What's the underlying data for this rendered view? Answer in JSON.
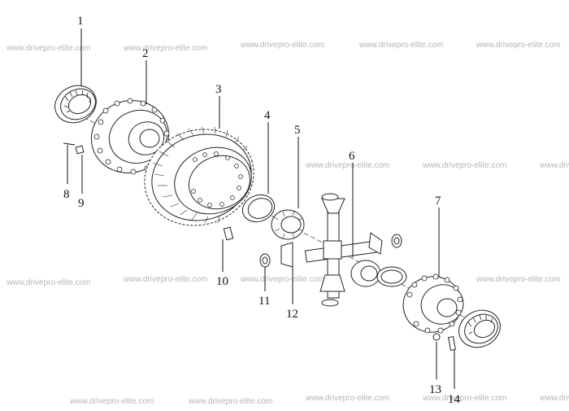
{
  "watermark": "www.drivepro-elite.com",
  "callouts": [
    "1",
    "2",
    "3",
    "4",
    "5",
    "6",
    "7",
    "8",
    "9",
    "10",
    "11",
    "12",
    "13",
    "14"
  ]
}
